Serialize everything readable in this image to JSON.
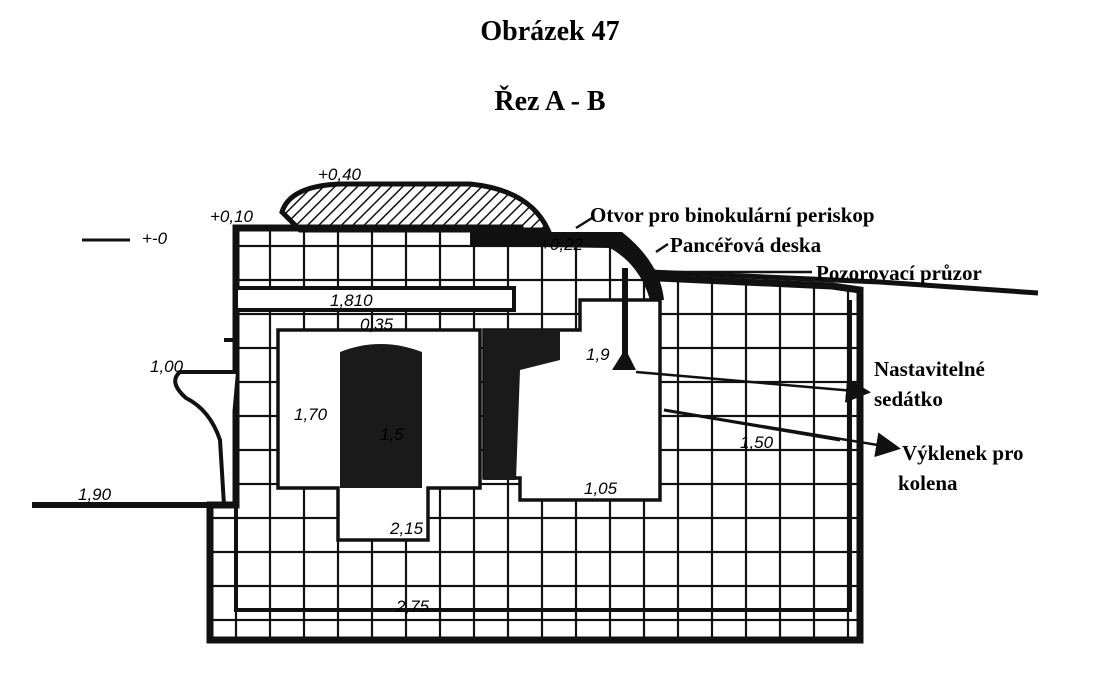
{
  "figure_title": "Obrázek 47",
  "section_title": "Řez A - B",
  "labels": {
    "periscope": "Otvor pro binokulární periskop",
    "armor_plate": "Pancéřová deska",
    "observation_slit": "Pozorovací průzor",
    "seat_line1": "Nastavitelné",
    "seat_line2": "sedátko",
    "knee_line1": "Výklenek pro",
    "knee_line2": "kolena"
  },
  "dimensions": {
    "top": "+0,40",
    "ground_left": "+-0",
    "roof_left": "+0,10",
    "roof_right": "+0,22",
    "beam": "1,810",
    "beam_low": "0,35",
    "side": "1,00",
    "seat_height": "1,50",
    "step": "1,05",
    "ditch": "1,90",
    "wall_left": "1,70",
    "wall_mid": "1,5",
    "right_wall": "1,9",
    "floor_mid": "2,15",
    "floor": "2,75"
  },
  "colors": {
    "ink": "#111111",
    "paper": "#ffffff"
  }
}
